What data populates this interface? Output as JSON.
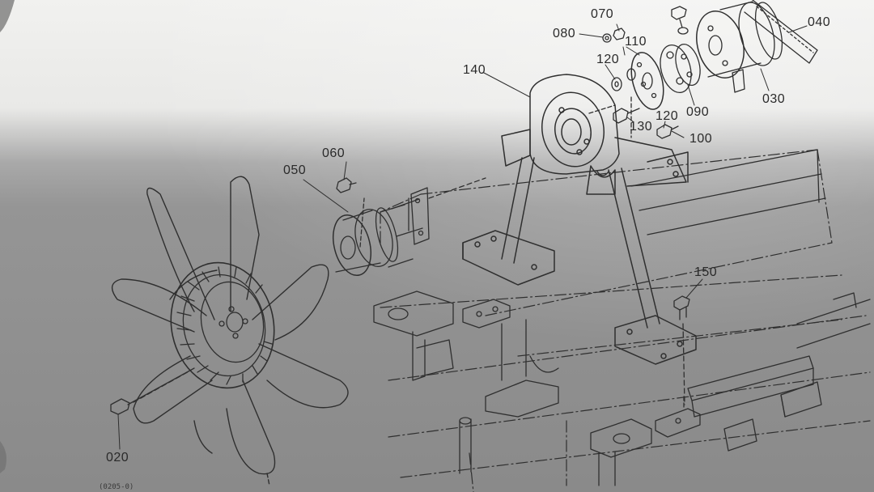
{
  "diagram": {
    "labels": {
      "p020": "020",
      "p030": "030",
      "p040": "040",
      "p050": "050",
      "p060": "060",
      "p070": "070",
      "p080": "080",
      "p090": "090",
      "p100": "100",
      "p110": "110",
      "p120a": "120",
      "p120b": "120",
      "p130": "130",
      "p140": "140",
      "p150": "150"
    },
    "margin_note": "(0205-0)"
  },
  "colors": {
    "paper_light": "#f2f2f0",
    "paper_shadow": "#8f8f8f",
    "ink": "#2a2a2a"
  }
}
